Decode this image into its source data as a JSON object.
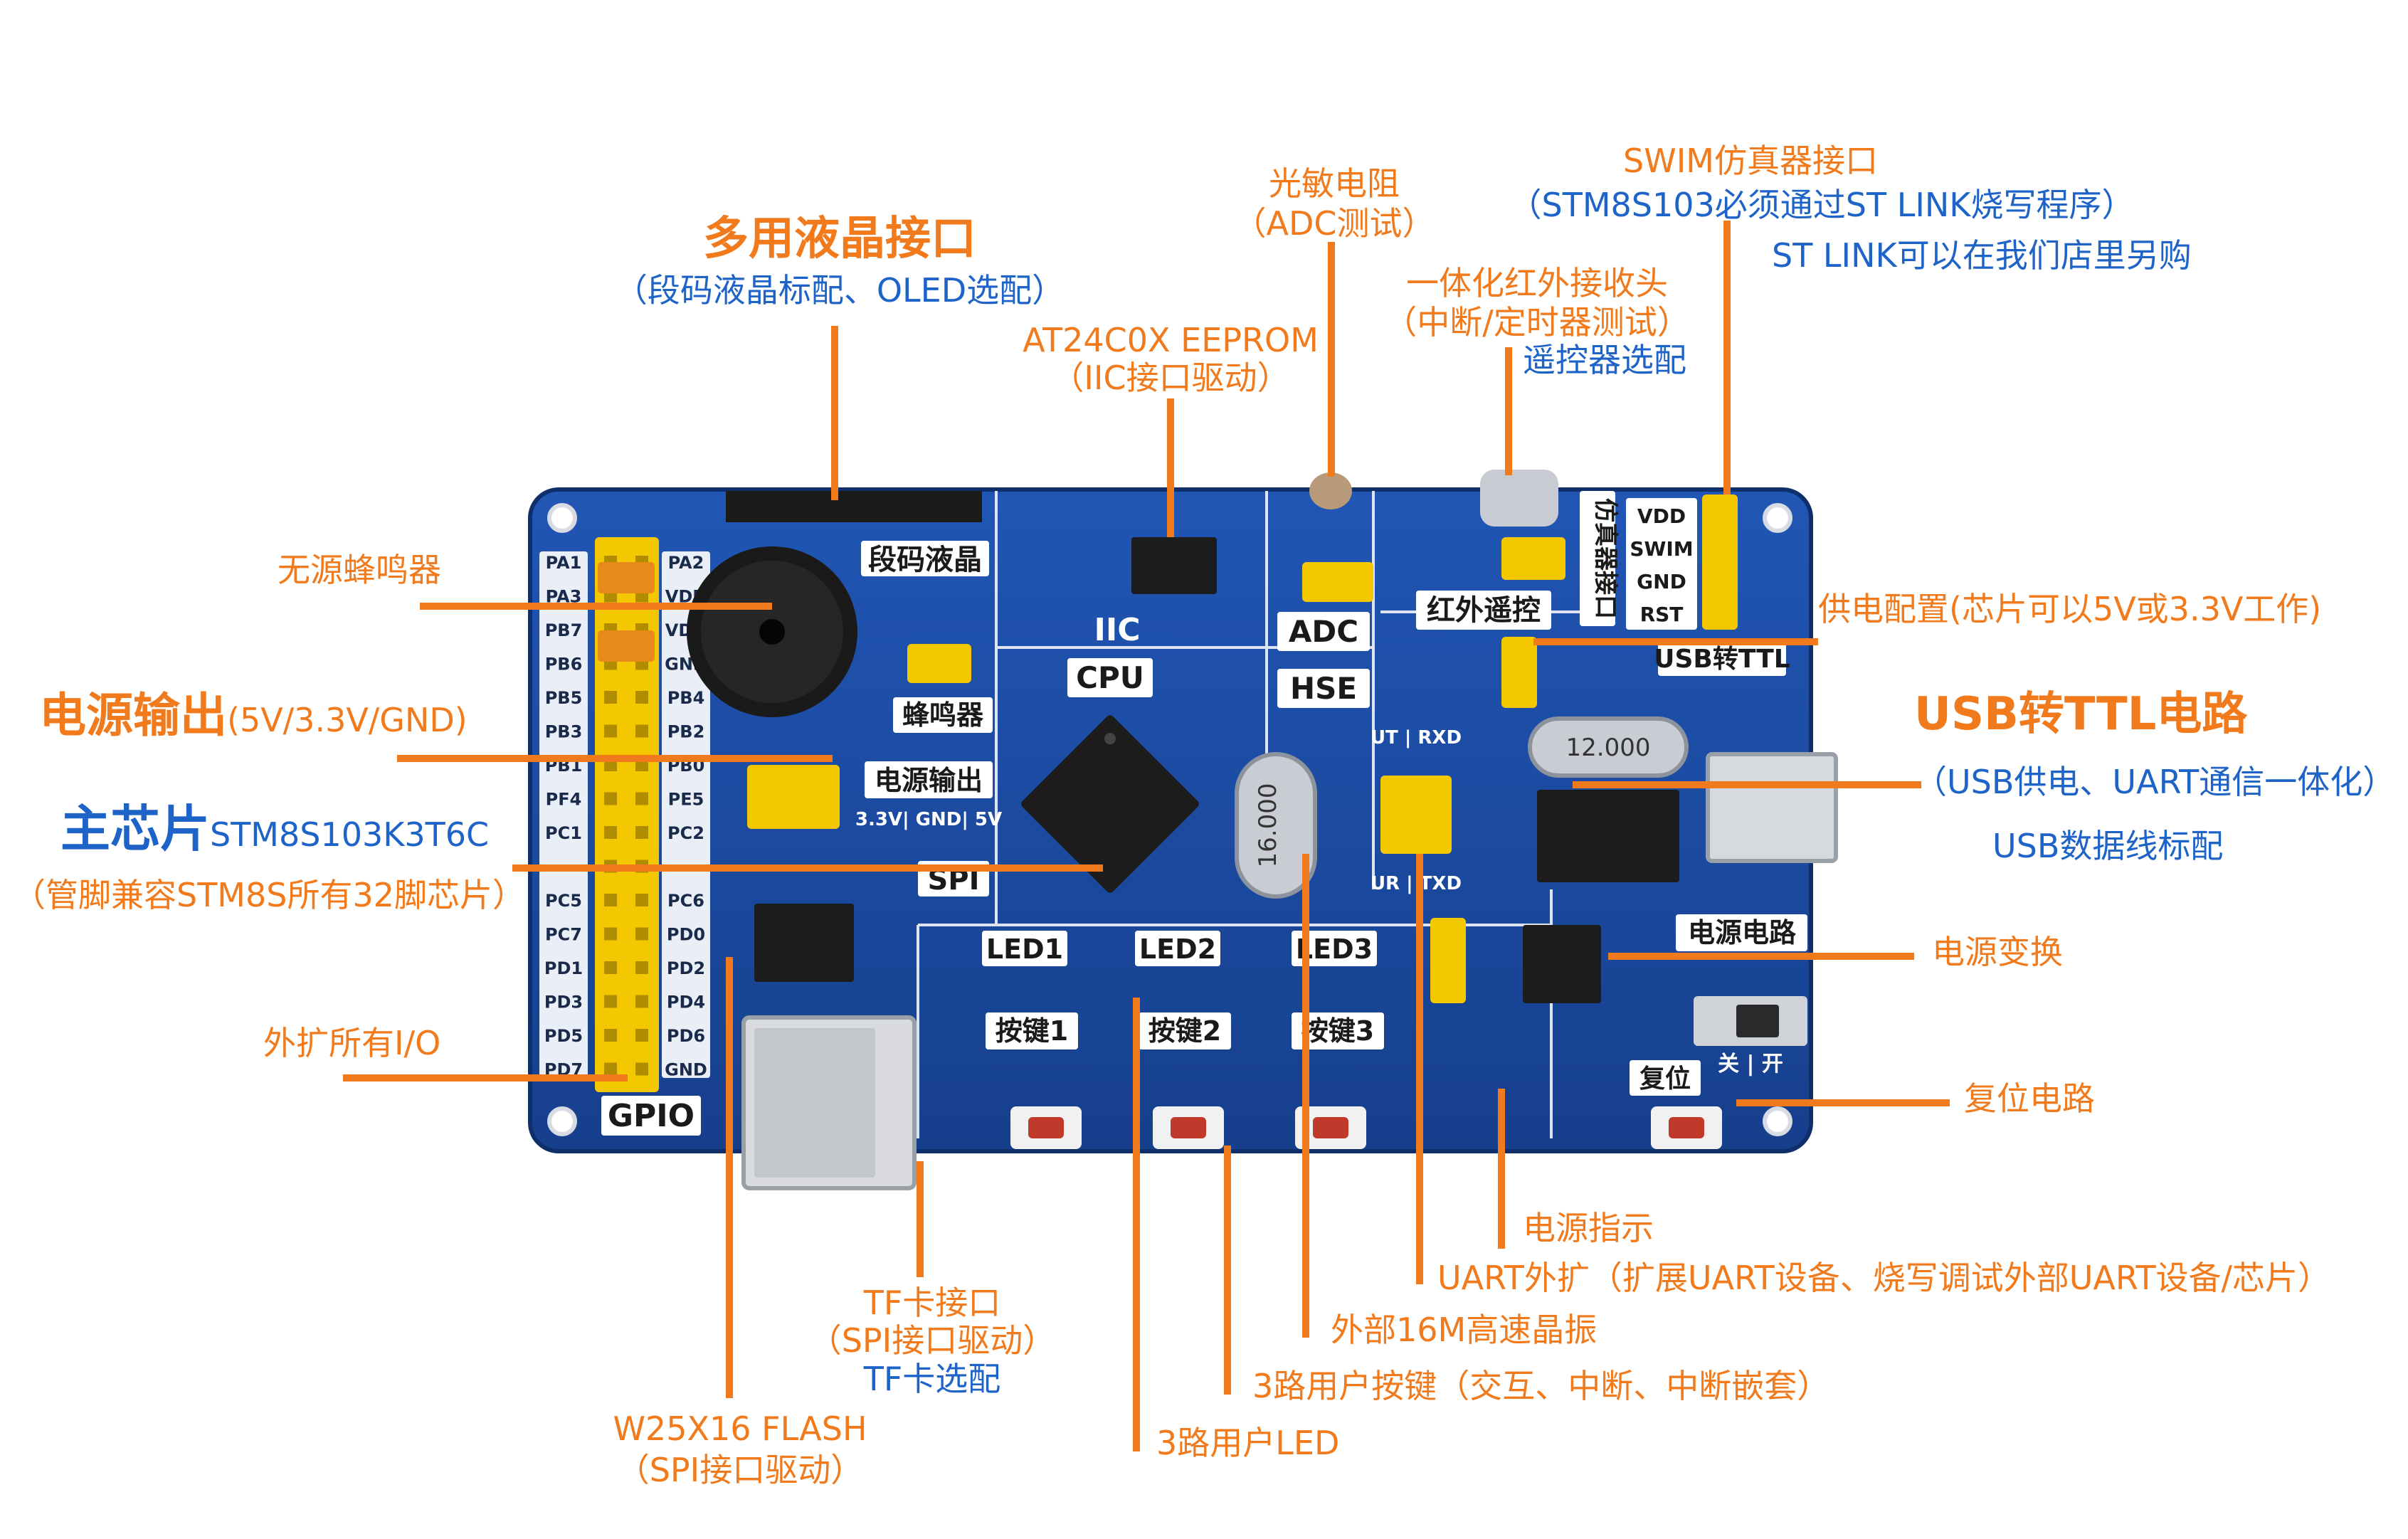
{
  "callouts": {
    "lcd_title": "多用液晶接口",
    "lcd_sub": "（段码液晶标配、OLED选配）",
    "eeprom_title": "AT24C0X EEPROM",
    "eeprom_sub": "（IIC接口驱动）",
    "ldr_title": "光敏电阻",
    "ldr_sub": "（ADC测试）",
    "ir_title": "一体化红外接收头",
    "ir_sub": "（中断/定时器测试）",
    "ir_remote": "遥控器选配",
    "swim_title": "SWIM仿真器接口",
    "swim_sub": "（STM8S103必须通过ST LINK烧写程序）",
    "swim_note": "ST LINK可以在我们店里另购",
    "buzzer": "无源蜂鸣器",
    "power_out_big": "电源输出",
    "power_out_small": "(5V/3.3V/GND)",
    "mcu_big": "主芯片",
    "mcu_model": "STM8S103K3T6C",
    "mcu_sub": "（管脚兼容STM8S所有32脚芯片）",
    "gpio": "外扩所有I/O",
    "power_cfg": "供电配置(芯片可以5V或3.3V工作)",
    "usb_ttl_title": "USB转TTL电路",
    "usb_ttl_sub": "（USB供电、UART通信一体化）",
    "usb_cable": "USB数据线标配",
    "power_conv": "电源变换",
    "reset": "复位电路",
    "power_ind": "电源指示",
    "uart": "UART外扩（扩展UART设备、烧写调试外部UART设备/芯片）",
    "hse": "外部16M高速晶振",
    "keys": "3路用户按键（交互、中断、中断嵌套）",
    "leds": "3路用户LED",
    "tf_title": "TF卡接口",
    "tf_sub": "（SPI接口驱动）",
    "tf_opt": "TF卡选配",
    "flash_title": "W25X16 FLASH",
    "flash_sub": "（SPI接口驱动）"
  },
  "board": {
    "silk_lcd": "段码液晶",
    "silk_buzzer": "蜂鸣器",
    "silk_power_out": "电源输出",
    "silk_power_pins": "3.3V| GND| 5V",
    "silk_iic": "IIC",
    "silk_cpu": "CPU",
    "silk_adc": "ADC",
    "silk_hse": "HSE",
    "silk_ir": "红外遥控",
    "silk_swim": "仿真器接口",
    "silk_usb_ttl": "USB转TTL",
    "silk_spi": "SPI",
    "silk_led1": "LED1",
    "silk_led2": "LED2",
    "silk_led3": "LED3",
    "silk_key1": "按键1",
    "silk_key2": "按键2",
    "silk_key3": "按键3",
    "silk_power_circuit": "电源电路",
    "silk_reset": "复位",
    "silk_switch": "关 | 开",
    "silk_gpio": "GPIO",
    "silk_ut_rxd": "UT | RXD",
    "silk_ur_txd": "UR | TXD",
    "crystal_hse": "16.000",
    "crystal_usb": "12.000",
    "swim_pins": [
      "VDD",
      "SWIM",
      "GND",
      "RST"
    ],
    "gpio_left": [
      "PA1",
      "PA3",
      "PB7",
      "PB6",
      "PB5",
      "PB3",
      "PB1",
      "PF4",
      "PC1",
      "",
      "PC5",
      "PC7",
      "PD1",
      "PD3",
      "PD5",
      "PD7"
    ],
    "gpio_right": [
      "PA2",
      "VDD",
      "VDD",
      "GND",
      "PB4",
      "PB2",
      "PB0",
      "PE5",
      "PC2",
      "",
      "PC6",
      "PD0",
      "PD2",
      "PD4",
      "PD6",
      "GND"
    ]
  },
  "colors": {
    "callout_orange": "#f07a1c",
    "callout_blue": "#1e63c8",
    "pcb_blue": "#1a4fa8",
    "header_yellow": "#f4c800"
  }
}
